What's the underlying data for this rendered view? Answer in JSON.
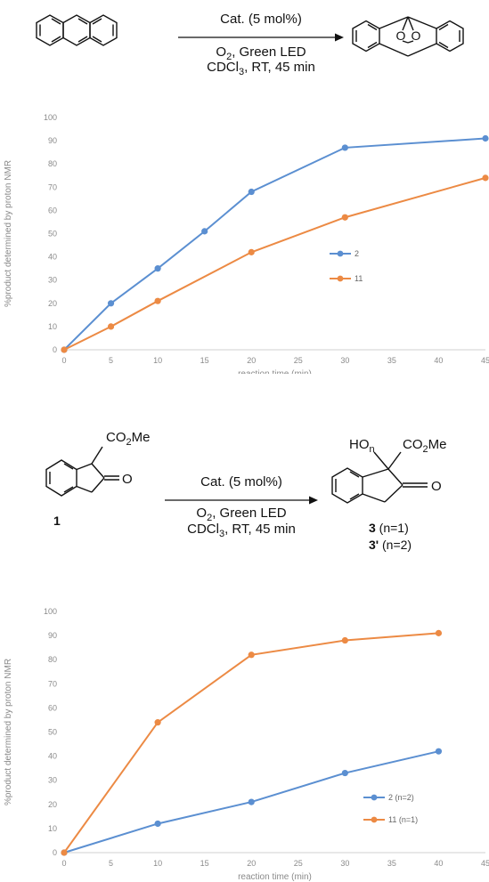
{
  "scheme1": {
    "cond_above": "Cat. (5 mol%)",
    "cond_below_1_pre": "O",
    "cond_below_1_sub": "2",
    "cond_below_1_post": ", Green LED",
    "cond_below_2_pre": "CDCl",
    "cond_below_2_sub": "3",
    "cond_below_2_post": ", RT, 45 min",
    "peroxide_o": "O"
  },
  "scheme2": {
    "reactant_sub_pre": "CO",
    "reactant_sub_sub": "2",
    "reactant_sub_post": "Me",
    "reactant_carbonyl": "O",
    "reactant_label": "1",
    "cond_above": "Cat. (5 mol%)",
    "cond_below_1_pre": "O",
    "cond_below_1_sub": "2",
    "cond_below_1_post": ", Green LED",
    "cond_below_2_pre": "CDCl",
    "cond_below_2_sub": "3",
    "cond_below_2_post": ", RT, 45 min",
    "product_ho_pre": "HO",
    "product_ho_sub": "n",
    "product_ester_pre": "CO",
    "product_ester_sub": "2",
    "product_ester_post": "Me",
    "product_carbonyl": "O",
    "product_label_a_bold": "3",
    "product_label_a_rest": " (n=1)",
    "product_label_b_bold": "3'",
    "product_label_b_rest": " (n=2)"
  },
  "chart_data": [
    {
      "type": "line",
      "xlabel": "reaction time (min)",
      "ylabel": "%product determined by proton NMR",
      "xticks": [
        0,
        5,
        10,
        15,
        20,
        25,
        30,
        35,
        40,
        45
      ],
      "yticks": [
        0,
        10,
        20,
        30,
        40,
        50,
        60,
        70,
        80,
        90,
        100
      ],
      "xlim": [
        0,
        45
      ],
      "ylim": [
        0,
        100
      ],
      "grid": false,
      "legend_position": "center-right",
      "series": [
        {
          "name": "2",
          "color": "#5b8fd1",
          "x": [
            0,
            5,
            10,
            15,
            20,
            30,
            45
          ],
          "y": [
            0,
            20,
            35,
            51,
            68,
            87,
            91
          ]
        },
        {
          "name": "11",
          "color": "#ec8a44",
          "x": [
            0,
            5,
            10,
            20,
            30,
            45
          ],
          "y": [
            0,
            10,
            21,
            42,
            57,
            74
          ]
        }
      ]
    },
    {
      "type": "line",
      "xlabel": "reaction time (min)",
      "ylabel": "%product determined by proton NMR",
      "xticks": [
        0,
        5,
        10,
        15,
        20,
        25,
        30,
        35,
        40,
        45
      ],
      "yticks": [
        0,
        10,
        20,
        30,
        40,
        50,
        60,
        70,
        80,
        90,
        100
      ],
      "xlim": [
        0,
        45
      ],
      "ylim": [
        0,
        100
      ],
      "grid": false,
      "legend_position": "bottom-right",
      "series": [
        {
          "name": "2 (n=2)",
          "color": "#5b8fd1",
          "x": [
            0,
            10,
            20,
            30,
            40
          ],
          "y": [
            0,
            12,
            21,
            33,
            42
          ]
        },
        {
          "name": "11 (n=1)",
          "color": "#ec8a44",
          "x": [
            0,
            10,
            20,
            30,
            40
          ],
          "y": [
            0,
            54,
            82,
            88,
            91
          ]
        }
      ]
    }
  ]
}
